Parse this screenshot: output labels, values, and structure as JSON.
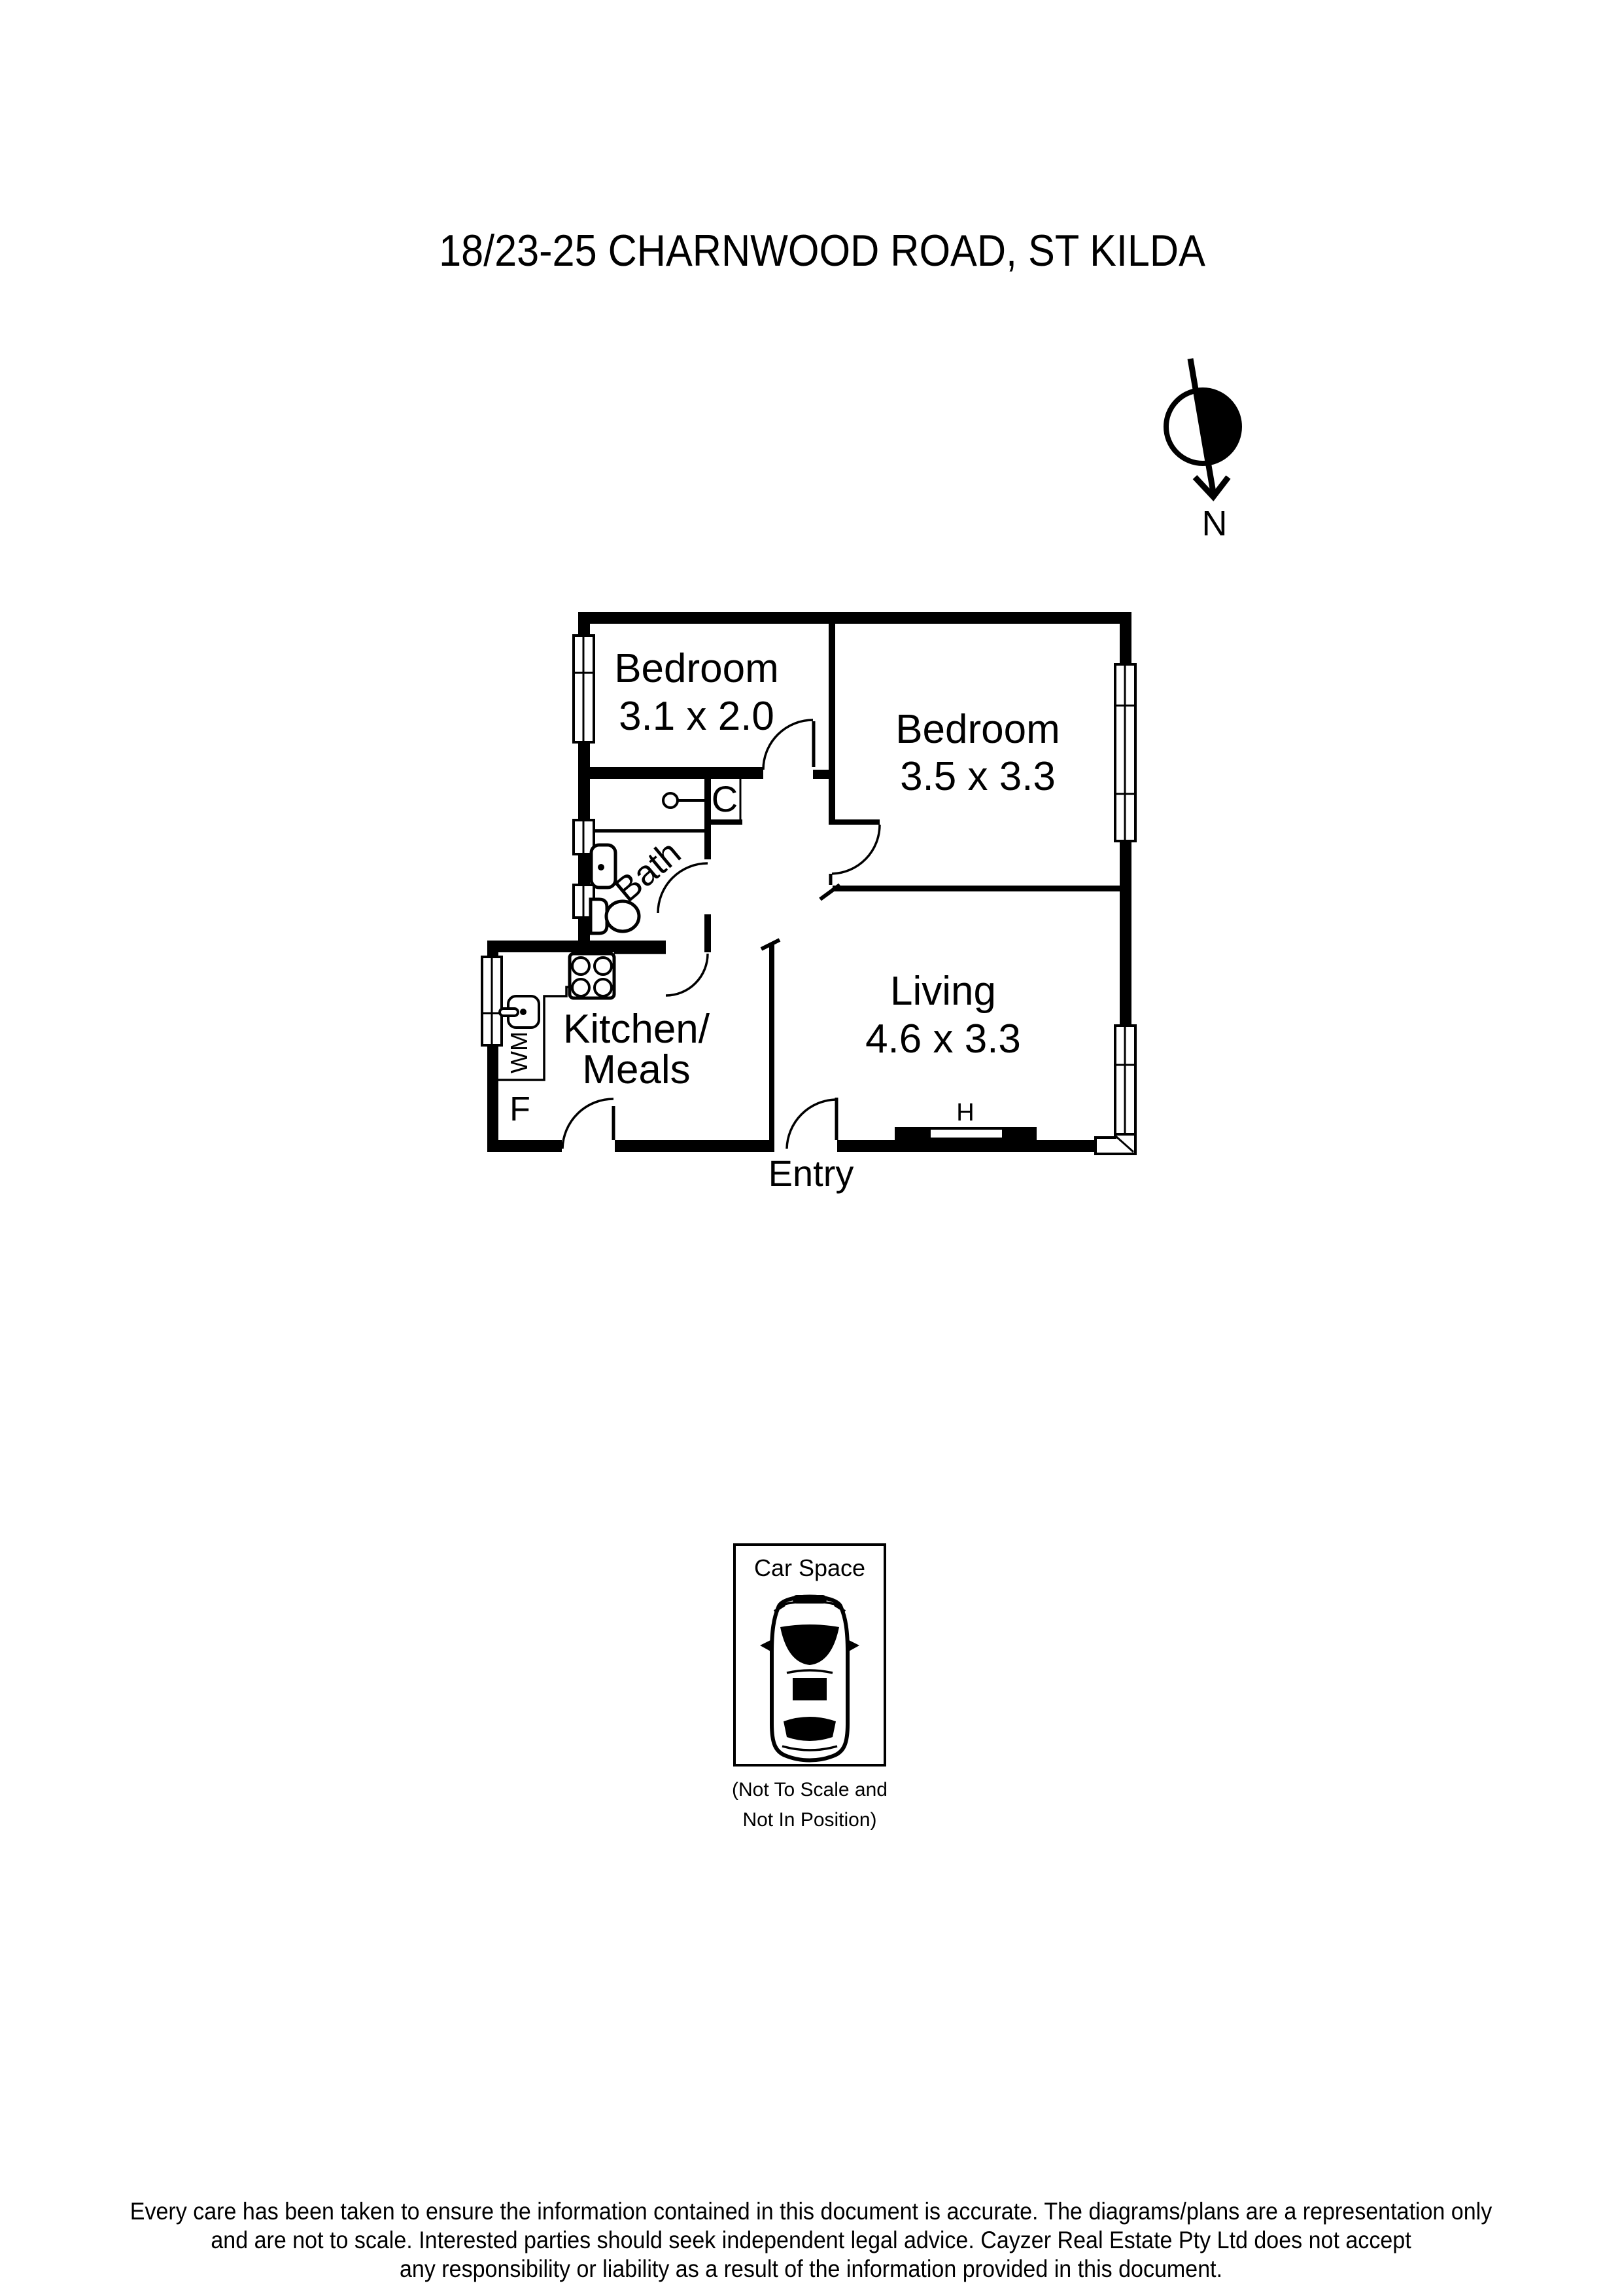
{
  "title": "18/23-25 CHARNWOOD ROAD, ST KILDA",
  "compass": {
    "label": "N"
  },
  "plan": {
    "bedroom1": {
      "name": "Bedroom",
      "dims": "3.1 x 2.0"
    },
    "bedroom2": {
      "name": "Bedroom",
      "dims": "3.5 x 3.3"
    },
    "living": {
      "name": "Living",
      "dims": "4.6 x 3.3"
    },
    "kitchen": {
      "line1": "Kitchen/",
      "line2": "Meals"
    },
    "bath": {
      "name": "Bath"
    },
    "entry": {
      "name": "Entry"
    },
    "markers": {
      "cupboard": "C",
      "fridge": "F",
      "washer": "WM",
      "heater": "H"
    }
  },
  "car": {
    "label": "Car Space",
    "note1": "(Not To Scale and",
    "note2": "Not In Position)"
  },
  "disclaimer": {
    "l1": "Every care has been taken to ensure the information contained in this document is accurate. The diagrams/plans are a representation only",
    "l2": "and are not to scale. Interested parties should seek independent legal advice. Cayzer Real Estate Pty Ltd does not accept",
    "l3": "any responsibility or liability as a result of the information provided in this document."
  },
  "colors": {
    "ink": "#000000",
    "paper": "#ffffff"
  }
}
